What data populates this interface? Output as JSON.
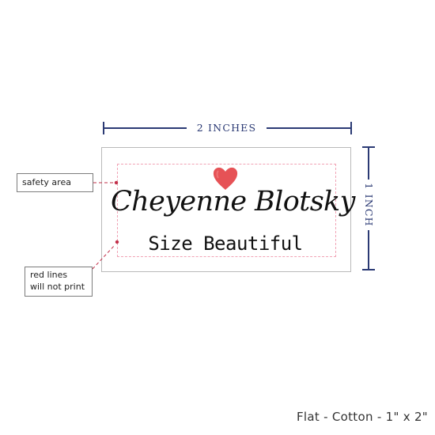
{
  "dimensions": {
    "width_label": "2 INCHES",
    "height_label": "1 INCH"
  },
  "label": {
    "name": "Cheyenne Blotsky",
    "subtitle": "Size Beautiful",
    "heart_color": "#e23a3f"
  },
  "callouts": {
    "safety_area": "safety area",
    "red_lines_line1": "red lines",
    "red_lines_line2": "will not print"
  },
  "caption": "Flat - Cotton - 1\" x 2\"",
  "colors": {
    "dimension": "#2b3a74",
    "safety_line": "#f1a3b5",
    "leader": "#c2304a"
  }
}
